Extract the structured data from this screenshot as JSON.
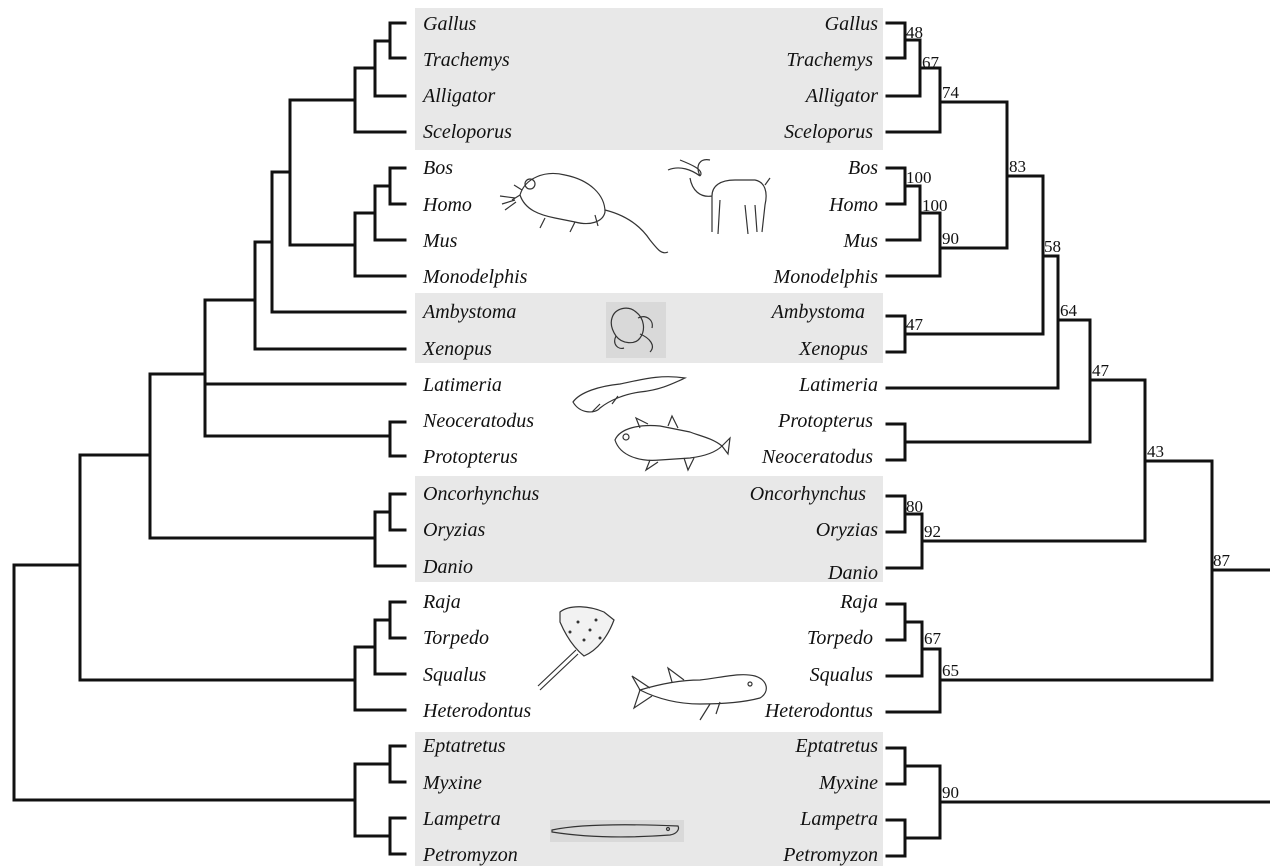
{
  "left_tree": {
    "taxa": [
      "Gallus",
      "Trachemys",
      "Alligator",
      "Sceloporus",
      "Bos",
      "Homo",
      "Mus",
      "Monodelphis",
      "Ambystoma",
      "Xenopus",
      "Latimeria",
      "Neoceratodus",
      "Protopterus",
      "Oncorhynchus",
      "Oryzias",
      "Danio",
      "Raja",
      "Torpedo",
      "Squalus",
      "Heterodontus",
      "Eptatretus",
      "Myxine",
      "Lampetra",
      "Petromyzon"
    ]
  },
  "right_tree": {
    "taxa": [
      "Gallus",
      "Trachemys",
      "Alligator",
      "Sceloporus",
      "Bos",
      "Homo",
      "Mus",
      "Monodelphis",
      "Ambystoma",
      "Xenopus",
      "Latimeria",
      "Protopterus",
      "Neoceratodus",
      "Oncorhynchus",
      "Oryzias",
      "Danio",
      "Raja",
      "Torpedo",
      "Squalus",
      "Heterodontus",
      "Eptatretus",
      "Myxine",
      "Lampetra",
      "Petromyzon"
    ],
    "support_values": [
      "48",
      "67",
      "74",
      "100",
      "100",
      "90",
      "83",
      "47",
      "58",
      "64",
      "47",
      "80",
      "92",
      "43",
      "67",
      "65",
      "87",
      "90"
    ]
  },
  "group_shading": {
    "band_color": "#e8e8e8",
    "shaded_groups": [
      "reptiles-birds",
      "amphibians",
      "ray-finned-fishes",
      "cyclostomes"
    ]
  },
  "illustrations": [
    "rodent-drawing",
    "cattle-drawing",
    "frog-drawing",
    "lungfish-drawing",
    "coelacanth-drawing",
    "skate-drawing",
    "shark-drawing",
    "lamprey-drawing"
  ]
}
